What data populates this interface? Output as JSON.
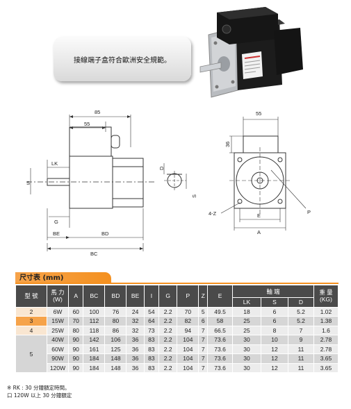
{
  "banner_text": "接線端子盒符合歐洲安全規範。",
  "dimension_labels": {
    "side": {
      "d85": "85",
      "d55": "55",
      "lk": "LK",
      "s": "S",
      "g": "G",
      "be": "BE",
      "bd": "BD",
      "bc": "BC"
    },
    "shaft": {
      "d": "D",
      "s": "S"
    },
    "front": {
      "d55": "55",
      "d36": "36",
      "z": "4-Z",
      "p": "P",
      "e": "E",
      "a": "A"
    }
  },
  "table": {
    "title": "尺寸表 (mm)",
    "headers": {
      "type": "型 號",
      "power": "馬 力\n(W)",
      "a": "A",
      "bc": "BC",
      "bd": "BD",
      "be": "BE",
      "i": "I",
      "g": "G",
      "p": "P",
      "z": "Z",
      "e": "E",
      "shaft": "軸 端",
      "lk": "LK",
      "s": "S",
      "d": "D",
      "weight": "重 量\n(KG)"
    },
    "rows": [
      {
        "type": "2",
        "power": "6W",
        "a": "60",
        "bc": "100",
        "bd": "76",
        "be": "24",
        "i": "54",
        "g": "2.2",
        "p": "70",
        "z": "5",
        "e": "49.5",
        "lk": "18",
        "s": "6",
        "d": "5.2",
        "weight": "1.02"
      },
      {
        "type": "3",
        "power": "15W",
        "a": "70",
        "bc": "112",
        "bd": "80",
        "be": "32",
        "i": "64",
        "g": "2.2",
        "p": "82",
        "z": "6",
        "e": "58",
        "lk": "25",
        "s": "6",
        "d": "5.2",
        "weight": "1.38"
      },
      {
        "type": "4",
        "power": "25W",
        "a": "80",
        "bc": "118",
        "bd": "86",
        "be": "32",
        "i": "73",
        "g": "2.2",
        "p": "94",
        "z": "7",
        "e": "66.5",
        "lk": "25",
        "s": "8",
        "d": "7",
        "weight": "1.6"
      },
      {
        "type": "5",
        "power": "40W",
        "a": "90",
        "bc": "142",
        "bd": "106",
        "be": "36",
        "i": "83",
        "g": "2.2",
        "p": "104",
        "z": "7",
        "e": "73.6",
        "lk": "30",
        "s": "10",
        "d": "9",
        "weight": "2.78"
      },
      {
        "type": "",
        "power": "60W",
        "a": "90",
        "bc": "161",
        "bd": "125",
        "be": "36",
        "i": "83",
        "g": "2.2",
        "p": "104",
        "z": "7",
        "e": "73.6",
        "lk": "30",
        "s": "12",
        "d": "11",
        "weight": "2.78"
      },
      {
        "type": "",
        "power": "90W",
        "a": "90",
        "bc": "184",
        "bd": "148",
        "be": "36",
        "i": "83",
        "g": "2.2",
        "p": "104",
        "z": "7",
        "e": "73.6",
        "lk": "30",
        "s": "12",
        "d": "11",
        "weight": "3.65"
      },
      {
        "type": "",
        "power": "120W",
        "a": "90",
        "bc": "184",
        "bd": "148",
        "be": "36",
        "i": "83",
        "g": "2.2",
        "p": "104",
        "z": "7",
        "e": "73.6",
        "lk": "30",
        "s": "12",
        "d": "11",
        "weight": "3.65"
      }
    ]
  },
  "notes": [
    "※ RK : 30 分鐘額定時間。",
    "口 120W 以上 30 分鐘額定"
  ]
}
